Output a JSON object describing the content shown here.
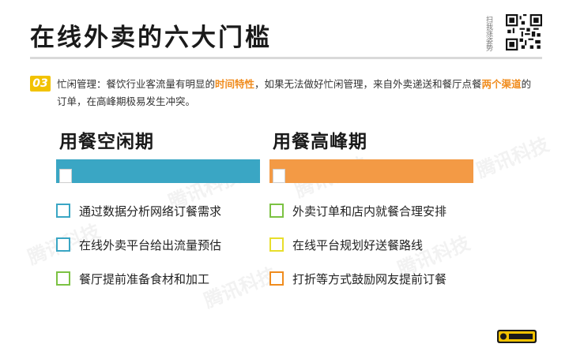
{
  "header": {
    "title": "在线外卖的六大门槛",
    "qr_label": "扫我涨姿势"
  },
  "section": {
    "number": "03",
    "intro": {
      "part1": "忙闲管理：餐饮行业客流量有明显的",
      "highlight1": "时间特性",
      "part2": "，如果无法做好忙闲管理，来自外卖递送和餐厅点餐",
      "highlight2": "两个渠道",
      "part3": "的订单，在高峰期极易发生冲突。"
    }
  },
  "columns": [
    {
      "title": "用餐空闲期",
      "bar_color": "#3aa6c4",
      "items": [
        {
          "text": "通过数据分析网络订餐需求",
          "box_color": "#3aa6c4"
        },
        {
          "text": "在线外卖平台给出流量预估",
          "box_color": "#3aa6c4"
        },
        {
          "text": "餐厅提前准备食材和加工",
          "box_color": "#7cc243"
        }
      ]
    },
    {
      "title": "用餐高峰期",
      "bar_color": "#f39a45",
      "items": [
        {
          "text": "外卖订单和店内就餐合理安排",
          "box_color": "#7cc243"
        },
        {
          "text": "在线平台规划好送餐路线",
          "box_color": "#e8de2b"
        },
        {
          "text": "打折等方式鼓励网友提前订餐",
          "box_color": "#f08c1e"
        }
      ]
    }
  ],
  "watermark": "腾讯科技",
  "footer_logo": "腾讯科技",
  "colors": {
    "accent_yellow": "#f2c200",
    "highlight": "#f08c1e",
    "rule": "#d9d9d9"
  }
}
